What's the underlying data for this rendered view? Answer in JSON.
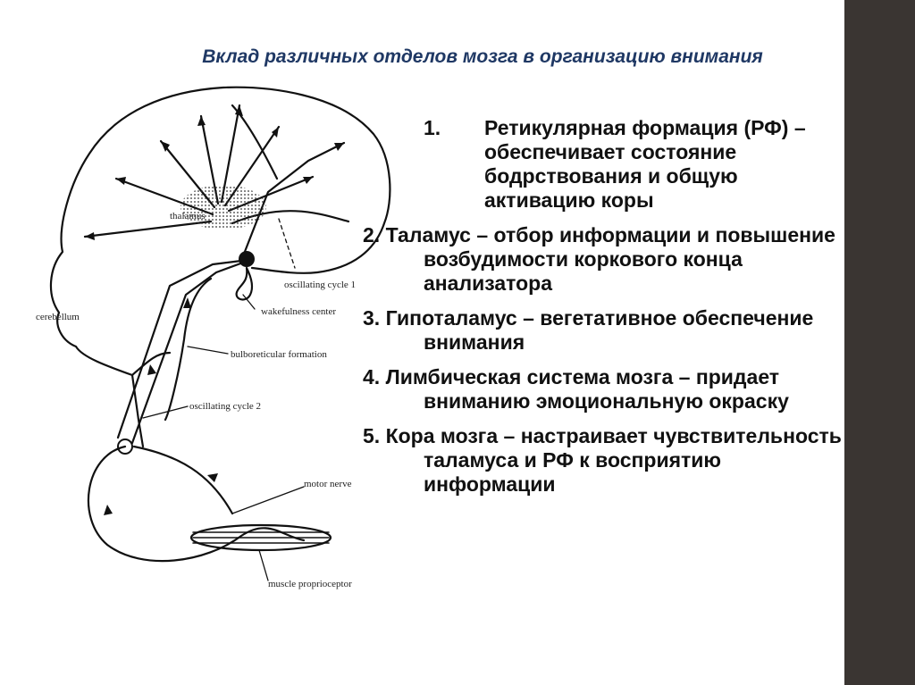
{
  "slide": {
    "title": "Вклад различных отделов мозга в организацию внимания",
    "accent_bar_color": "#3a3532",
    "title_color": "#1f3864"
  },
  "diagram": {
    "labels": {
      "thalamus": "thalamus",
      "cerebellum": "cerebellum",
      "oscillating_cycle_1": "oscillating cycle 1",
      "wakefulness_center": "wakefulness center",
      "bulboreticular_formation": "bulboreticular formation",
      "oscillating_cycle_2": "oscillating cycle 2",
      "motor_nerve": "motor nerve",
      "muscle_proprioceptor": "muscle proprioceptor"
    }
  },
  "points": [
    {
      "number": "1.",
      "text": "Ретикулярная формация (РФ) – обеспечивает состояние бодрствования и общую активацию коры"
    },
    {
      "text": "2. Таламус – отбор информации и повышение возбудимости коркового конца анализатора"
    },
    {
      "text": "3. Гипоталамус – вегетативное обеспечение внимания"
    },
    {
      "text": "4. Лимбическая система мозга – придает вниманию эмоциональную окраску"
    },
    {
      "text": "5. Кора мозга – настраивает чувствительность таламуса и РФ к восприятию информации"
    }
  ]
}
